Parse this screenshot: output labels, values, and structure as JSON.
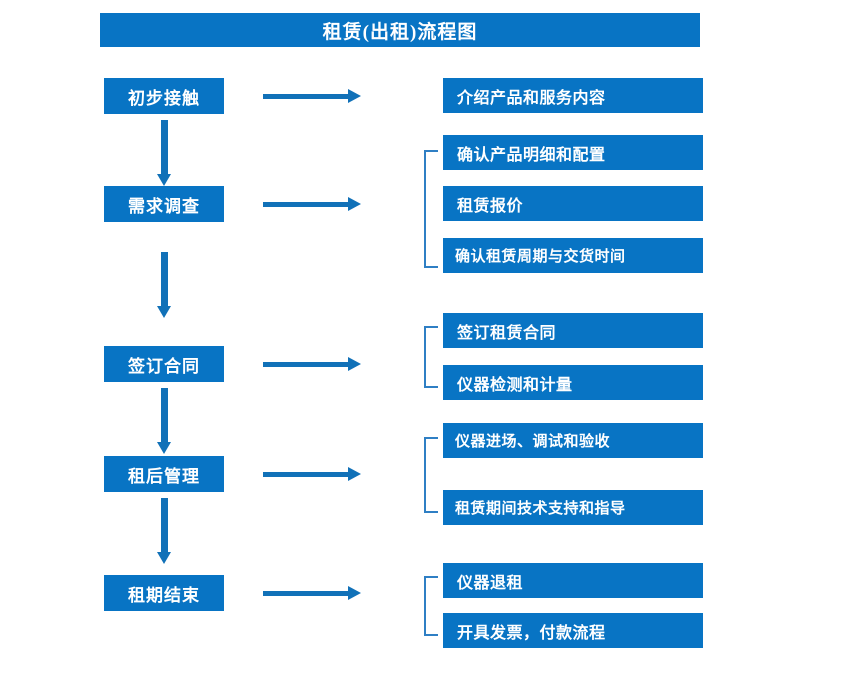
{
  "diagram": {
    "title": "租赁(出租)流程图",
    "colors": {
      "box_blue": "#0874c4",
      "arrow_blue": "#1171b8",
      "bracket_blue": "#2f7fc4",
      "text_white": "#ffffff",
      "background": "#ffffff"
    },
    "stages": [
      {
        "label": "初步接触"
      },
      {
        "label": "需求调查"
      },
      {
        "label": "签订合同"
      },
      {
        "label": "租后管理"
      },
      {
        "label": "租期结束"
      }
    ],
    "details": {
      "group1": [
        "介绍产品和服务内容"
      ],
      "group2": [
        "确认产品明细和配置",
        "租赁报价",
        "确认租赁周期与交货时间"
      ],
      "group3": [
        "签订租赁合同",
        "仪器检测和计量"
      ],
      "group4": [
        "仪器进场、调试和验收",
        "租赁期间技术支持和指导"
      ],
      "group5": [
        "仪器退租",
        "开具发票，付款流程"
      ]
    }
  }
}
